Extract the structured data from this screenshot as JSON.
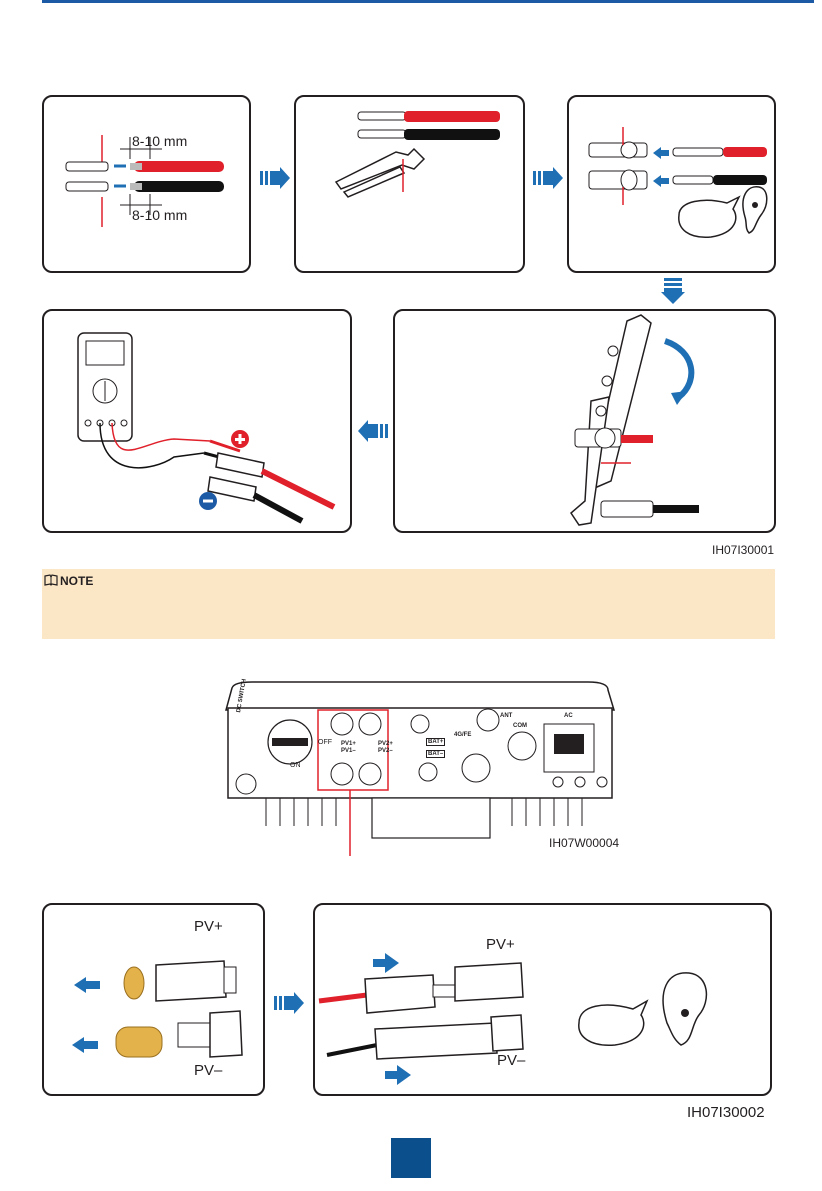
{
  "figure1": {
    "panel1": {
      "dim_top": "8-10 mm",
      "dim_bottom": "8-10 mm"
    },
    "code": "IH07I30001"
  },
  "note": {
    "title": "NOTE",
    "icon": "book-icon"
  },
  "figure2": {
    "labels": {
      "dc_switch": "DC SWITCH",
      "off": "OFF",
      "on": "ON",
      "pv1_pos": "PV1+",
      "pv1_neg": "PV1–",
      "pv2_pos": "PV2+",
      "pv2_neg": "PV2–",
      "bat_pos": "BAT+",
      "bat_neg": "BAT–",
      "port_4g": "4G/FE",
      "ant": "ANT",
      "com": "COM",
      "ac": "AC"
    },
    "code": "IH07W00004"
  },
  "figure3": {
    "left": {
      "pv_pos": "PV+",
      "pv_neg": "PV–"
    },
    "right": {
      "pv_pos": "PV+",
      "pv_neg": "PV–"
    },
    "code": "IH07I30002"
  },
  "colors": {
    "accent": "#1d5aa6",
    "arrow": "#1f6fb5",
    "note_bg": "#fbe7c6",
    "page_badge": "#0b4f8c",
    "cable_red": "#e0202a",
    "cap": "#e3b24a"
  }
}
